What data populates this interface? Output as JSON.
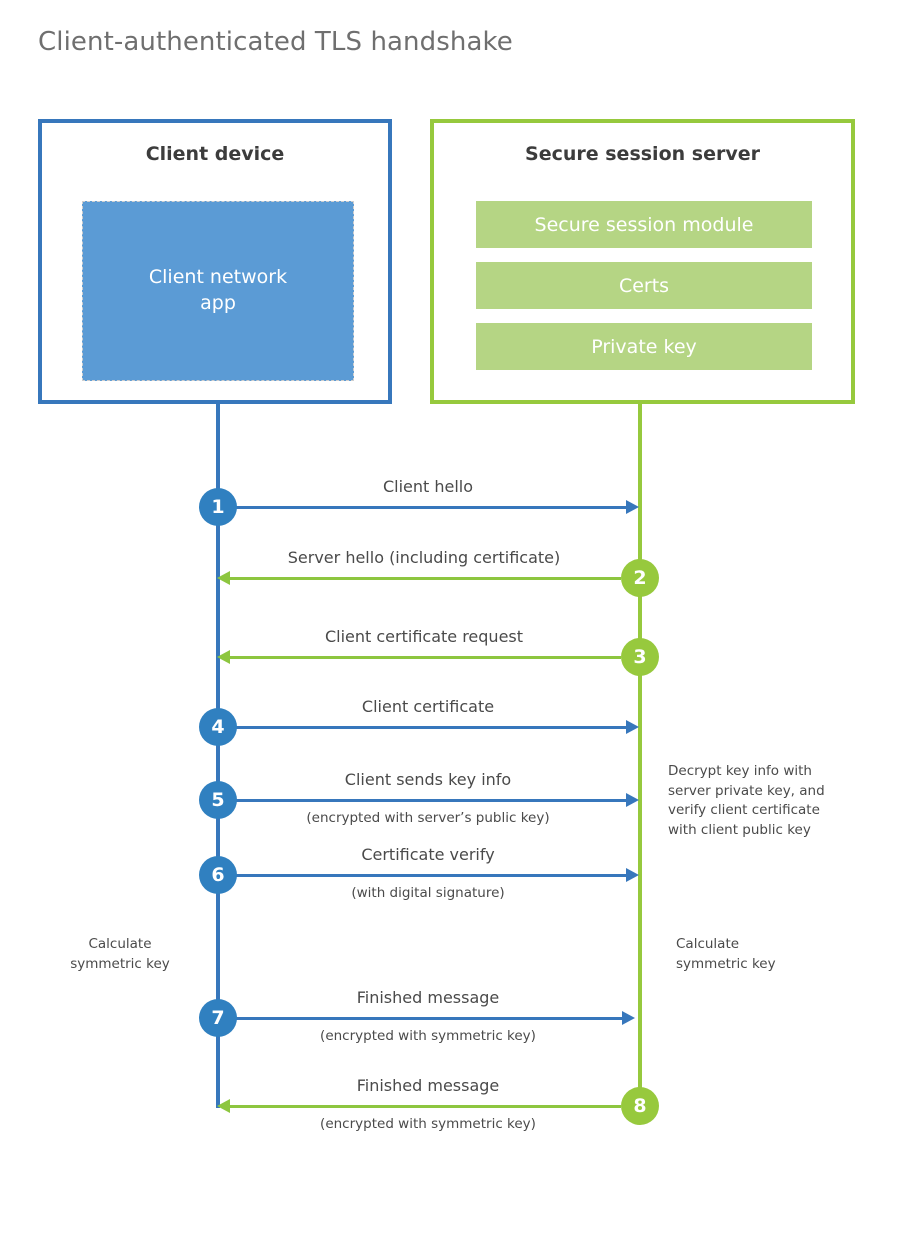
{
  "page": {
    "title": "Client-authenticated TLS handshake"
  },
  "colors": {
    "client_border": "#3777bc",
    "client_app_fill": "#5b9bd5",
    "client_accent": "#3080c0",
    "server_border": "#96c93d",
    "server_module_fill": "#b5d584",
    "server_accent": "#97c93d",
    "text": "#4a4a4a",
    "title_text": "#6f6f6f",
    "heading_text": "#3c3c3c",
    "background": "#ffffff"
  },
  "client": {
    "title": "Client device",
    "app_label": "Client network\napp",
    "app_label_line1": "Client network",
    "app_label_line2": "app",
    "calculate_note_line1": "Calculate",
    "calculate_note_line2": "symmetric key"
  },
  "server": {
    "title": "Secure session server",
    "modules": [
      {
        "label": "Secure session module"
      },
      {
        "label": "Certs"
      },
      {
        "label": "Private key"
      }
    ],
    "decrypt_note": "Decrypt key info with server private key, and verify client certificate with client public key",
    "calculate_note_line1": "Calculate",
    "calculate_note_line2": "symmetric key"
  },
  "steps": [
    {
      "number": "1",
      "label": "Client hello",
      "sublabel": "",
      "direction": "client-to-server",
      "color": "blue"
    },
    {
      "number": "2",
      "label": "Server hello (including certificate)",
      "sublabel": "",
      "direction": "server-to-client",
      "color": "green"
    },
    {
      "number": "3",
      "label": "Client certificate request",
      "sublabel": "",
      "direction": "server-to-client",
      "color": "green"
    },
    {
      "number": "4",
      "label": "Client certificate",
      "sublabel": "",
      "direction": "client-to-server",
      "color": "blue"
    },
    {
      "number": "5",
      "label": "Client sends key info",
      "sublabel": "(encrypted with server’s public key)",
      "direction": "client-to-server",
      "color": "blue"
    },
    {
      "number": "6",
      "label": "Certificate verify",
      "sublabel": "(with digital signature)",
      "direction": "client-to-server",
      "color": "blue"
    },
    {
      "number": "7",
      "label": "Finished message",
      "sublabel": "(encrypted with symmetric key)",
      "direction": "client-to-server",
      "color": "blue"
    },
    {
      "number": "8",
      "label": "Finished message",
      "sublabel": "(encrypted with symmetric key)",
      "direction": "server-to-client",
      "color": "green"
    }
  ]
}
